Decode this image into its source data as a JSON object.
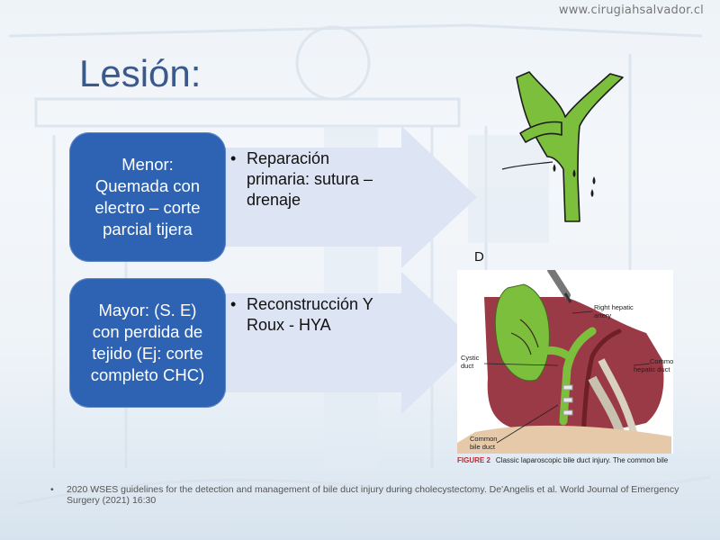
{
  "header": {
    "site_url": "www.cirugiahsalvador.cl"
  },
  "slide": {
    "title": "Lesión:"
  },
  "rows": [
    {
      "box_lines": [
        "Menor:",
        "Quemada con",
        "electro – corte",
        "parcial tijera"
      ],
      "bullet_lines": [
        "Reparación",
        "primaria: sutura –",
        "drenaje"
      ]
    },
    {
      "box_lines": [
        "Mayor: (S. E)",
        "con perdida de",
        "tejido (Ej: corte",
        "completo CHC)"
      ],
      "bullet_lines": [
        "Reconstrucción Y",
        "Roux - HYA"
      ]
    }
  ],
  "figure": {
    "panel_letter": "D",
    "labels": {
      "right_hepatic_line1": "Right hepatic",
      "right_hepatic_line2": "artery",
      "cystic_line1": "Cystic",
      "cystic_line2": "duct",
      "common_hepatic_line1": "Common",
      "common_hepatic_line2": "hepatic duct",
      "common_bile_line1": "Common",
      "common_bile_line2": "bile duct"
    },
    "caption_number": "FIGURE 2",
    "caption_text": "Classic laparoscopic bile duct injury. The common bile"
  },
  "reference": {
    "bullet": "•",
    "text": "2020 WSES guidelines for the detection and management of bile duct injury during cholecystectomy. De'Angelis et al. World Journal of Emergency Surgery (2021) 16:30"
  },
  "colors": {
    "title": "#3a5a8c",
    "box": "#2e63b4",
    "arrow": "#dde4f3",
    "bile_green": "#7cbf3c",
    "liver": "#9a3a46"
  }
}
